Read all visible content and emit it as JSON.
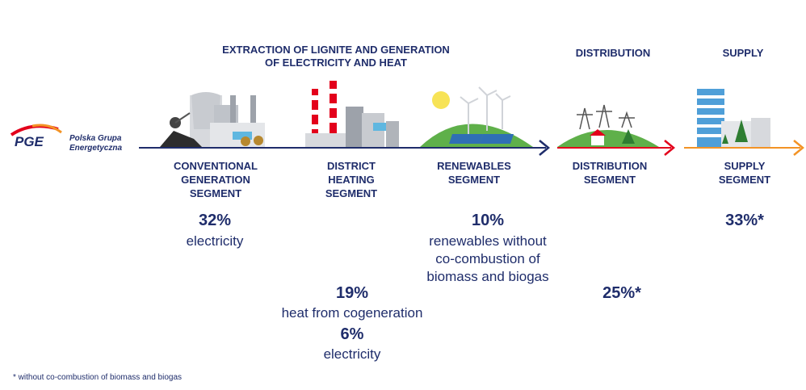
{
  "brand": {
    "logo_text": "PGE",
    "company_line1": "Polska Grupa",
    "company_line2": "Energetyczna"
  },
  "headers": {
    "extraction_line1": "EXTRACTION OF LIGNITE AND GENERATION",
    "extraction_line2": "OF ELECTRICITY AND HEAT",
    "distribution": "DISTRIBUTION",
    "supply": "SUPPLY"
  },
  "segments": {
    "conventional": [
      "CONVENTIONAL",
      "GENERATION",
      "SEGMENT"
    ],
    "district": [
      "DISTRICT",
      "HEATING",
      "SEGMENT"
    ],
    "renewables": [
      "RENEWABLES",
      "SEGMENT"
    ],
    "distribution": [
      "DISTRIBUTION",
      "SEGMENT"
    ],
    "supply": [
      "SUPPLY",
      "SEGMENT"
    ]
  },
  "values": {
    "conventional_pct": "32%",
    "conventional_desc": "electricity",
    "renewables_pct": "10%",
    "renewables_desc": [
      "renewables without",
      "co-combustion of",
      "biomass and biogas"
    ],
    "district_heat_pct": "19%",
    "district_heat_desc": "heat from cogeneration",
    "district_elec_pct": "6%",
    "district_elec_desc": "electricity",
    "distribution_pct": "25%*",
    "supply_pct": "33%*"
  },
  "footnote": "* without co-combustion of biomass and biogas",
  "colors": {
    "navy": "#1f2d6b",
    "red": "#e3001b",
    "orange": "#f39325",
    "green": "#5fb04a",
    "sun": "#f7e356"
  }
}
